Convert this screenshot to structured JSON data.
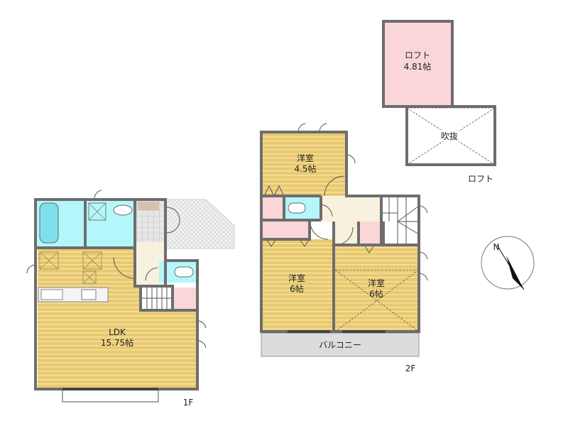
{
  "floor1": {
    "label": "1F",
    "ldk": {
      "name": "LDK",
      "size": "15.75帖"
    }
  },
  "floor2": {
    "label": "2F",
    "room_small": {
      "name": "洋室",
      "size": "4.5帖"
    },
    "room_left": {
      "name": "洋室",
      "size": "6帖"
    },
    "room_right": {
      "name": "洋室",
      "size": "6帖"
    },
    "balcony": "バルコニー"
  },
  "loft": {
    "label": "ロフト",
    "room": {
      "name": "ロフト",
      "size": "4.81帖"
    },
    "void": "吹抜"
  },
  "compass": {
    "north": "N"
  },
  "colors": {
    "floor": "#e9c96f",
    "floor_stripe": "#f3dea0",
    "wet": "#b4f7fb",
    "closet": "#fbd6d8",
    "hall": "#f8f1dd",
    "balcony": "#dcdcdc",
    "wall": "#6d6d6d"
  }
}
